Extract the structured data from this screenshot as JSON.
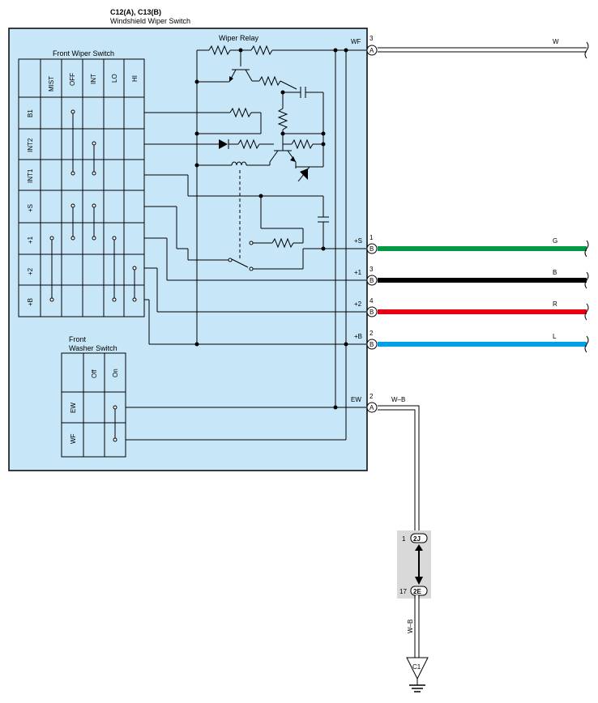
{
  "header": {
    "connectors": "C12(A), C13(B)",
    "component_name": "Windshield Wiper Switch"
  },
  "colors": {
    "panel": "#c7e6f7",
    "green_wire": "#009944",
    "black_wire": "#000000",
    "red_wire": "#e60012",
    "blue_wire": "#00a0e9",
    "connector_box": "#d9d9d9"
  },
  "front_wiper_switch": {
    "title": "Front Wiper Switch",
    "positions": [
      "MIST",
      "OFF",
      "INT",
      "LO",
      "HI"
    ],
    "terminals": [
      "B1",
      "INT2",
      "INT1",
      "+S",
      "+1",
      "+2",
      "+B"
    ]
  },
  "wiper_relay": {
    "title": "Wiper Relay"
  },
  "front_washer_switch": {
    "title_line1": "Front",
    "title_line2": "Washer Switch",
    "positions": [
      "Off",
      "On"
    ],
    "terminals": [
      "EW",
      "WF"
    ]
  },
  "pins": [
    {
      "name": "WF",
      "number": "3",
      "connector": "A",
      "wire_color": "W"
    },
    {
      "name": "+S",
      "number": "1",
      "connector": "B",
      "wire_color": "G"
    },
    {
      "name": "+1",
      "number": "3",
      "connector": "B",
      "wire_color": "B"
    },
    {
      "name": "+2",
      "number": "4",
      "connector": "B",
      "wire_color": "R"
    },
    {
      "name": "+B",
      "number": "2",
      "connector": "B",
      "wire_color": "L"
    },
    {
      "name": "EW",
      "number": "2",
      "connector": "A",
      "wire_color": "W–B"
    }
  ],
  "junction": {
    "top_pin": "1",
    "top_label": "2J",
    "bottom_pin": "17",
    "bottom_label": "2E",
    "wire_label": "W–B"
  },
  "ground": {
    "label": "C1"
  }
}
